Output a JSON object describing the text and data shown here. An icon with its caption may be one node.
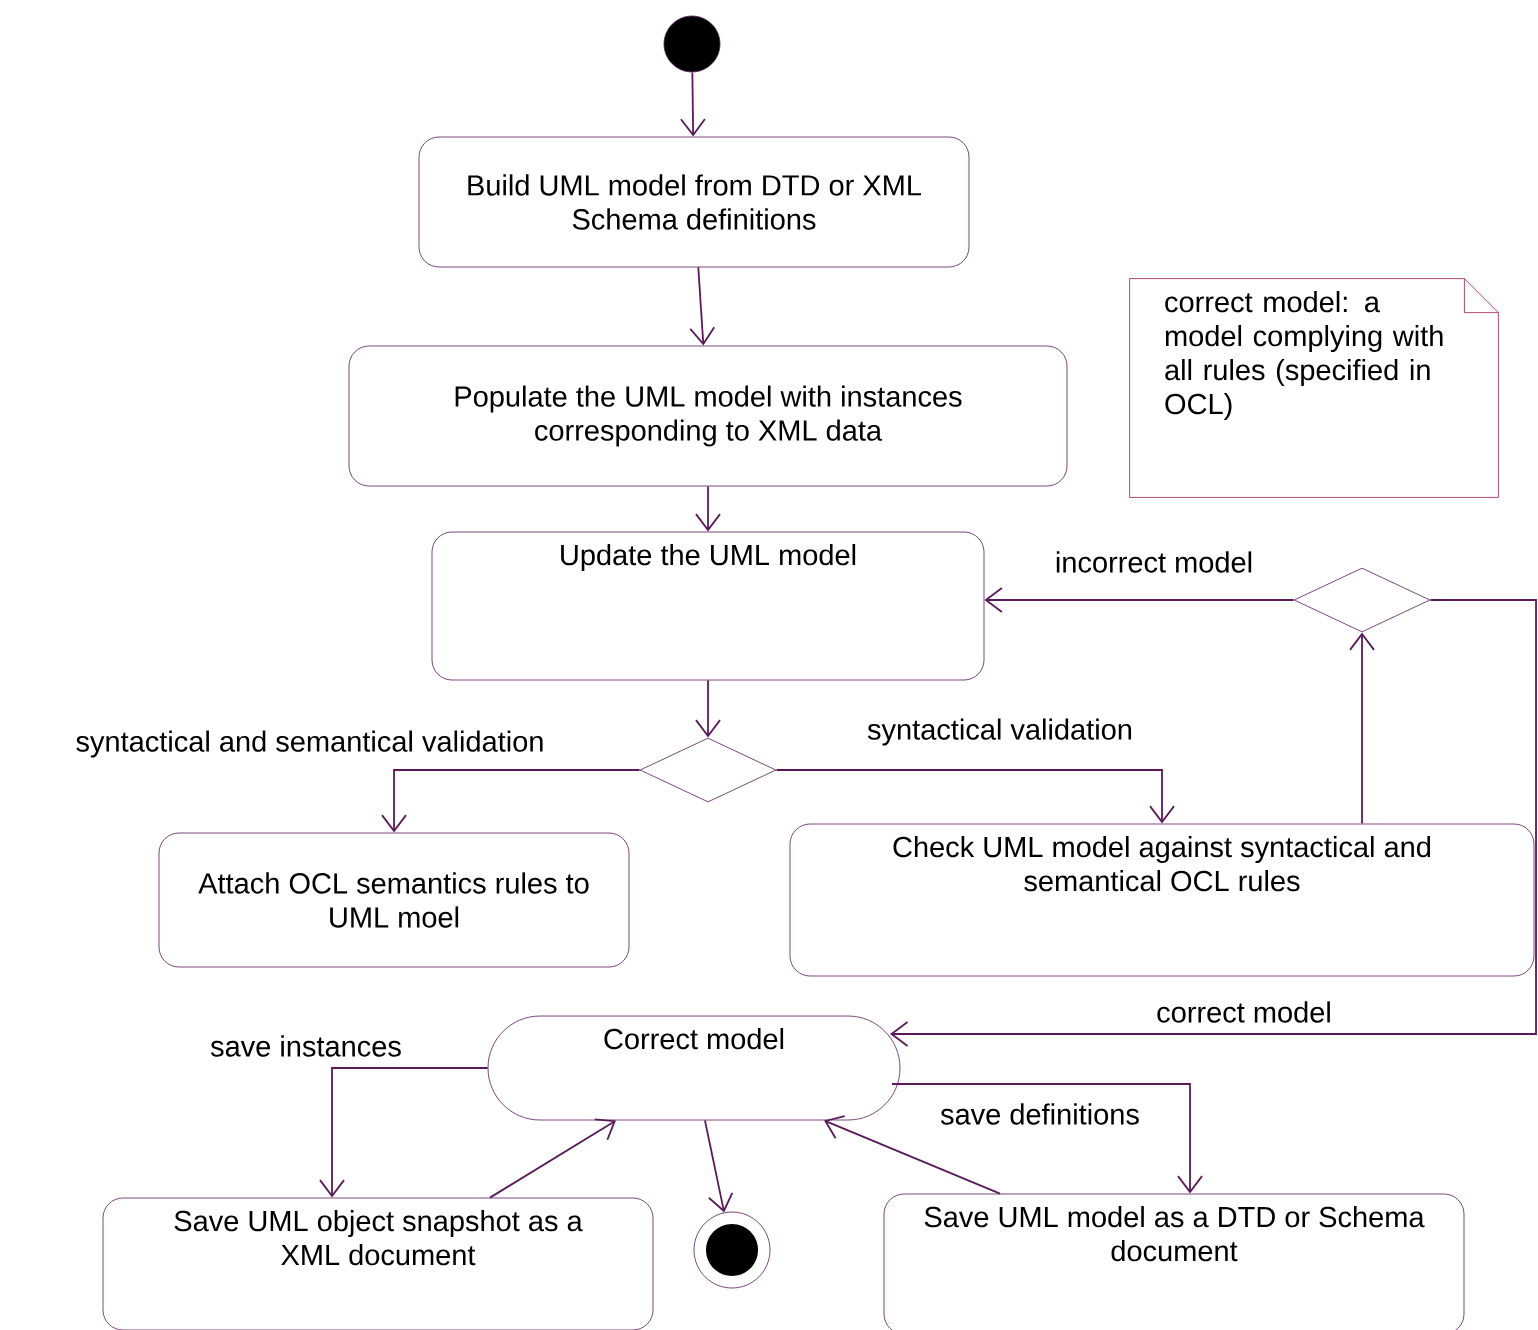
{
  "diagram": {
    "nodes": [
      {
        "text": [],
        "shape": "circle"
      },
      {
        "text": [
          "Build UML model from DTD or XML Schema definitions"
        ]
      },
      {
        "text": [
          "Populate the UML model with instances corresponding to XML data"
        ]
      },
      {
        "text": [
          "correct model: a model complying with all rules (specified in OCL)"
        ]
      },
      {
        "text": [
          "Update the UML model"
        ]
      },
      {
        "text": [],
        "shape": "diamond"
      },
      {
        "text": [
          "Attach OCL semantics rules to UML moel"
        ]
      },
      {
        "text": [
          "Check UML model against syntactical and semantical OCL rules"
        ]
      },
      {
        "text": [],
        "shape": "diamond"
      },
      {
        "text": [
          "Correct model"
        ]
      },
      {
        "text": [
          "Save UML object snapshot as a XML document"
        ]
      },
      {
        "text": [],
        "shape": "circle"
      },
      {
        "text": [
          "Save UML model as a DTD or Schema document"
        ]
      }
    ],
    "edges": [
      {
        "from": 0,
        "to": 1,
        "arrow": "to"
      },
      {
        "from": 1,
        "to": 2,
        "arrow": "to"
      },
      {
        "from": 2,
        "to": 4,
        "arrow": "to"
      },
      {
        "from": 4,
        "to": 5,
        "arrow": "to"
      },
      {
        "from": 5,
        "to": 6,
        "arrow": "to",
        "label": "syntactical and semantical validation"
      },
      {
        "from": 5,
        "to": 7,
        "arrow": "to",
        "label": "syntactical validation"
      },
      {
        "from": 7,
        "to": 8,
        "arrow": "to"
      },
      {
        "from": 8,
        "to": 4,
        "arrow": "to",
        "label": "incorrect model"
      },
      {
        "from": 8,
        "to": 9,
        "arrow": "to",
        "label": "correct model"
      },
      {
        "from": 9,
        "to": 10,
        "arrow": "to",
        "label": "save instances"
      },
      {
        "from": 10,
        "to": 9,
        "arrow": "to"
      },
      {
        "from": 9,
        "to": 12,
        "arrow": "to",
        "label": "save definitions"
      },
      {
        "from": 12,
        "to": 9,
        "arrow": "to"
      },
      {
        "from": 9,
        "to": 11,
        "arrow": "to"
      }
    ]
  }
}
